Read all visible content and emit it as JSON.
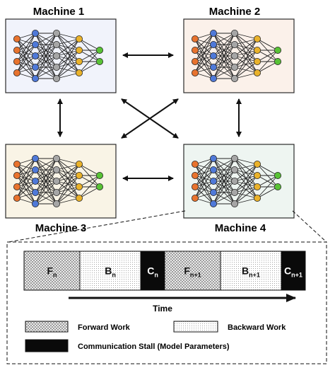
{
  "machines": [
    {
      "label": "Machine 1",
      "bg": "#f1f3fb"
    },
    {
      "label": "Machine 2",
      "bg": "#fbf1ea"
    },
    {
      "label": "Machine 3",
      "bg": "#f9f4e6"
    },
    {
      "label": "Machine 4",
      "bg": "#eef5f1"
    }
  ],
  "node_colors": {
    "input": "#e8732e",
    "hidden1": "#4f79d8",
    "hidden2": "#a6a6a6",
    "hidden3": "#e9b22b",
    "output": "#59c236"
  },
  "timeline": {
    "blocks": [
      {
        "base": "F",
        "sub": "n",
        "type": "forward"
      },
      {
        "base": "B",
        "sub": "n",
        "type": "backward"
      },
      {
        "base": "C",
        "sub": "n",
        "type": "comm"
      },
      {
        "base": "F",
        "sub": "n+1",
        "type": "forward"
      },
      {
        "base": "B",
        "sub": "n+1",
        "type": "backward"
      },
      {
        "base": "C",
        "sub": "n+1",
        "type": "comm"
      }
    ],
    "axis_label": "Time"
  },
  "legend": {
    "forward": "Forward Work",
    "backward": "Backward Work",
    "comm": "Communication Stall (Model Parameters)"
  }
}
